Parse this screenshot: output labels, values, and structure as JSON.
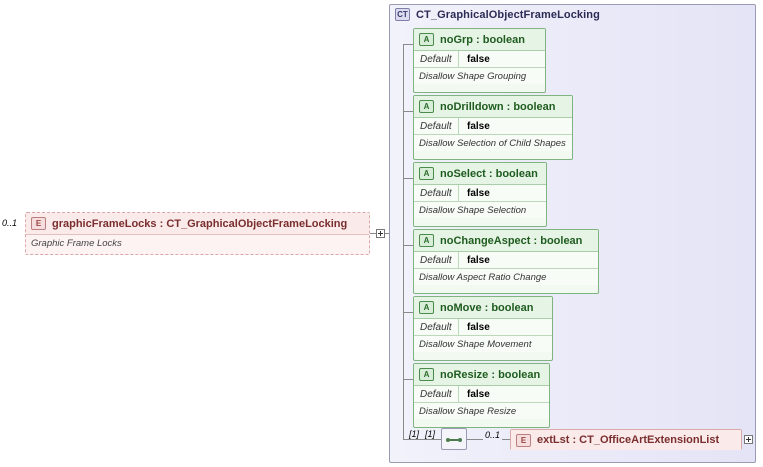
{
  "diagram": {
    "type": "xsd-schema-diagram",
    "root_element": {
      "badge": "E",
      "name": "graphicFrameLocks : CT_GraphicalObjectFrameLocking",
      "documentation": "Graphic Frame Locks",
      "occurrence": "0..1"
    },
    "complex_type": {
      "badge": "CT",
      "name": "CT_GraphicalObjectFrameLocking"
    },
    "attributes": [
      {
        "badge": "A",
        "name": "noGrp  : boolean",
        "default_label": "Default",
        "default_value": "false",
        "documentation": "Disallow Shape Grouping"
      },
      {
        "badge": "A",
        "name": "noDrilldown : boolean",
        "default_label": "Default",
        "default_value": "false",
        "documentation": "Disallow Selection of Child Shapes"
      },
      {
        "badge": "A",
        "name": "noSelect : boolean",
        "default_label": "Default",
        "default_value": "false",
        "documentation": "Disallow Shape Selection"
      },
      {
        "badge": "A",
        "name": "noChangeAspect : boolean",
        "default_label": "Default",
        "default_value": "false",
        "documentation": "Disallow Aspect Ratio Change"
      },
      {
        "badge": "A",
        "name": "noMove : boolean",
        "default_label": "Default",
        "default_value": "false",
        "documentation": "Disallow Shape Movement"
      },
      {
        "badge": "A",
        "name": "noResize : boolean",
        "default_label": "Default",
        "default_value": "false",
        "documentation": "Disallow Shape Resize"
      }
    ],
    "sequence": {
      "occurrence": "[1]",
      "occurrence2": "[1]",
      "icon": "sequence-icon"
    },
    "ext_element": {
      "badge": "E",
      "occurrence": "0..1",
      "name": "extLst  : CT_OfficeArtExtensionList"
    },
    "colors": {
      "attribute_border": "#7fb37f",
      "attribute_fill": "#f1f9f1",
      "element_border": "#d9a9a9",
      "element_fill": "#fdf3f3",
      "panel_border": "#9a9ab5",
      "panel_fill": "#ececf8"
    }
  }
}
